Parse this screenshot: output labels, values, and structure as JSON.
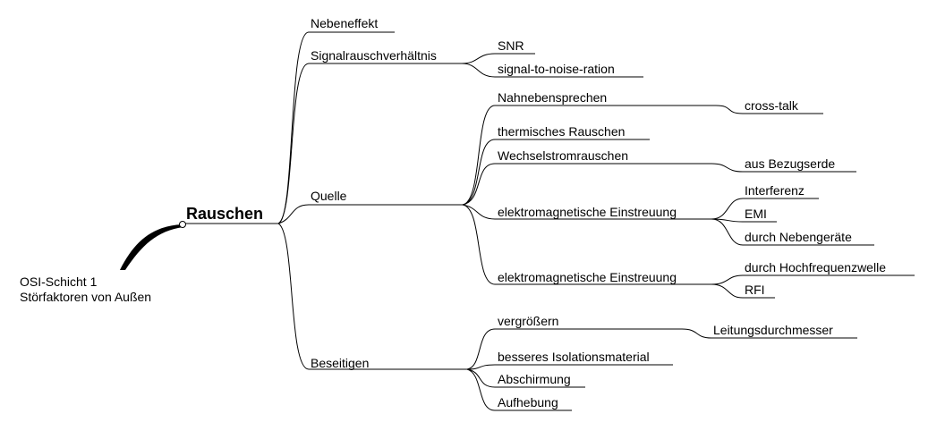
{
  "root": {
    "line1": "OSI-Schicht 1",
    "line2": "Störfaktoren von Außen"
  },
  "central": "Rauschen",
  "branches": {
    "nebeneffekt": "Nebeneffekt",
    "signalrausch": "Signalrauschverhältnis",
    "snr": "SNR",
    "stnr": "signal-to-noise-ration",
    "quelle": "Quelle",
    "nahneben": "Nahnebensprechen",
    "crosstalk": "cross-talk",
    "thermisch": "thermisches Rauschen",
    "wechsel": "Wechselstromrauschen",
    "bezugserde": "aus Bezugserde",
    "elektro1": "elektromagnetische Einstreuung",
    "interferenz": "Interferenz",
    "emi": "EMI",
    "nebengeraete": "durch Nebengeräte",
    "elektro2": "elektromagnetische Einstreuung",
    "hochfreq": "durch Hochfrequenzwelle",
    "rfi": "RFI",
    "beseitigen": "Beseitigen",
    "vergroessern": "vergrößern",
    "leitung": "Leitungsdurchmesser",
    "isolation": "besseres Isolationsmaterial",
    "abschirmung": "Abschirmung",
    "aufhebung": "Aufhebung"
  },
  "colors": {
    "line": "#000000",
    "text": "#000000",
    "background": "#ffffff"
  }
}
